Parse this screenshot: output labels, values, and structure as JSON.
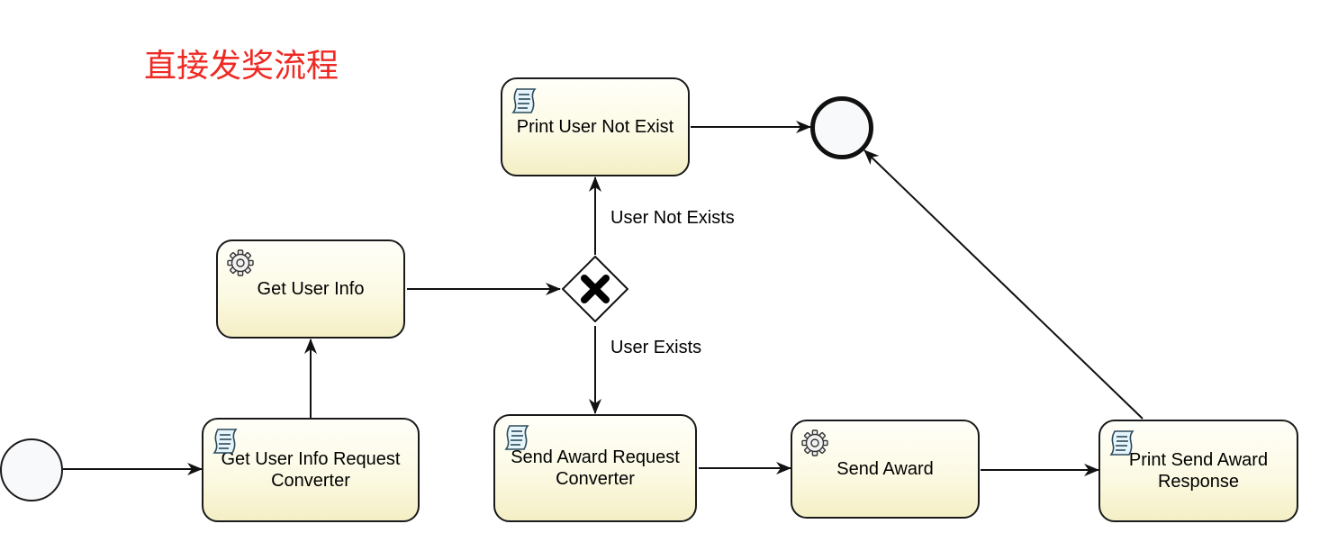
{
  "title": "直接发奖流程",
  "colors": {
    "title": "#ee2a24",
    "stroke": "#1a1a1a",
    "task_fill_top": "#fffff9",
    "task_fill_bottom": "#f4efc5",
    "event_fill": "#f8f9fb"
  },
  "tasks": {
    "get_user_info_request_converter": {
      "line1": "Get User Info Request",
      "line2": "Converter",
      "icon": "script-icon"
    },
    "get_user_info": {
      "line1": "Get User Info",
      "icon": "gear-icon"
    },
    "print_user_not_exist": {
      "line1": "Print User Not Exist",
      "icon": "script-icon"
    },
    "send_award_request_converter": {
      "line1": "Send Award Request",
      "line2": "Converter",
      "icon": "script-icon"
    },
    "send_award": {
      "line1": "Send Award",
      "icon": "gear-icon"
    },
    "print_send_award_response": {
      "line1": "Print Send Award",
      "line2": "Response",
      "icon": "script-icon"
    }
  },
  "gateway": {
    "type": "exclusive",
    "icon": "x-icon"
  },
  "flow_labels": {
    "user_not_exists": "User Not Exists",
    "user_exists": "User Exists"
  }
}
